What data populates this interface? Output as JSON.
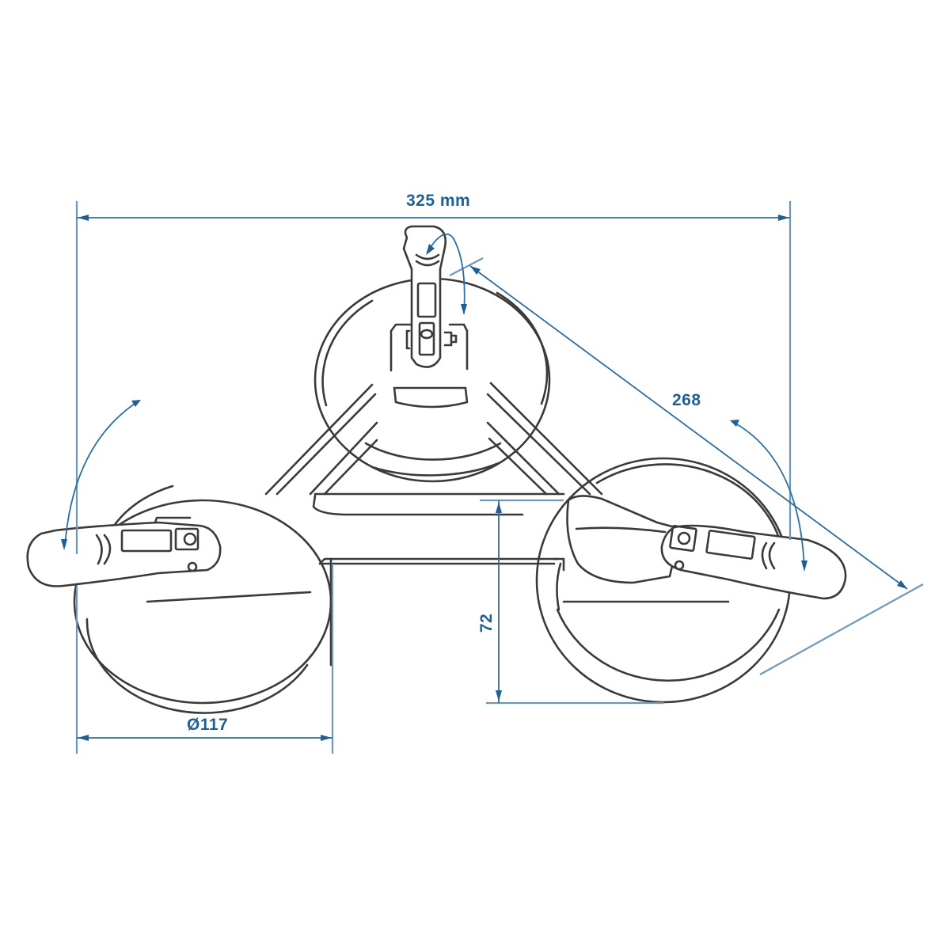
{
  "diagram": {
    "subject": "Triple suction cup lifter - dimensional drawing",
    "colors": {
      "line_art": "#3a3a3a",
      "dimension_lines": "#2e6d9e",
      "extension_lines": "#6f98b8",
      "dimension_text": "#1f5f93",
      "background": "#ffffff"
    },
    "dimensions": {
      "overall_width": {
        "label": "325 mm",
        "value": 325,
        "unit": "mm"
      },
      "diagonal_length": {
        "label": "268",
        "value": 268
      },
      "cup_diameter": {
        "label": "Ø117",
        "value": 117
      },
      "height": {
        "label": "72",
        "value": 72
      }
    },
    "components": [
      {
        "name": "top-suction-cup",
        "lever_rotation_arrow": true
      },
      {
        "name": "left-suction-cup",
        "lever_rotation_arrow": true
      },
      {
        "name": "right-suction-cup",
        "lever_rotation_arrow": true
      },
      {
        "name": "triangular-frame"
      },
      {
        "name": "base-bar"
      }
    ]
  }
}
